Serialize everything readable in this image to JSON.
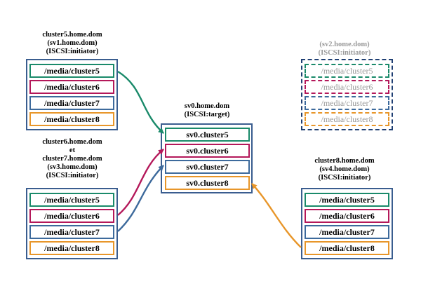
{
  "colors": {
    "green": "#1a8a6a",
    "crimson": "#b4185a",
    "blue": "#3d6a9c",
    "orange": "#e8962a",
    "frame": "#3a5d8f",
    "frame_dashed": "#1f3f73",
    "ghost_text": "#9a9a9a"
  },
  "sv1": {
    "title_lines": [
      "cluster5.home.dom",
      "(sv1.home.dom)",
      "(ISCSI:initiator)"
    ],
    "items": [
      {
        "label": "/media/cluster5",
        "color": "green"
      },
      {
        "label": "/media/cluster6",
        "color": "crimson"
      },
      {
        "label": "/media/cluster7",
        "color": "blue"
      },
      {
        "label": "/media/cluster8",
        "color": "orange"
      }
    ]
  },
  "sv3": {
    "title_lines": [
      "cluster6.home.dom",
      "et",
      "cluster7.home.dom",
      "(sv3.home.dom)",
      "(ISCSI:initiator)"
    ],
    "items": [
      {
        "label": "/media/cluster5",
        "color": "green"
      },
      {
        "label": "/media/cluster6",
        "color": "crimson"
      },
      {
        "label": "/media/cluster7",
        "color": "blue"
      },
      {
        "label": "/media/cluster8",
        "color": "orange"
      }
    ]
  },
  "sv0": {
    "title_lines": [
      "sv0.home.dom",
      "(ISCSI:target)"
    ],
    "items": [
      {
        "label": "sv0.cluster5",
        "color": "green"
      },
      {
        "label": "sv0.cluster6",
        "color": "crimson"
      },
      {
        "label": "sv0.cluster7",
        "color": "blue"
      },
      {
        "label": "sv0.cluster8",
        "color": "orange"
      }
    ]
  },
  "sv2": {
    "title_lines": [
      "(sv2.home.dom)",
      "(ISCSI:initiator)"
    ],
    "items": [
      {
        "label": "/media/cluster5",
        "color": "green"
      },
      {
        "label": "/media/cluster6",
        "color": "crimson"
      },
      {
        "label": "/media/cluster7",
        "color": "blue"
      },
      {
        "label": "/media/cluster8",
        "color": "orange"
      }
    ]
  },
  "sv4": {
    "title_lines": [
      "cluster8.home.dom",
      "(sv4.home.dom)",
      "(ISCSI:initiator)"
    ],
    "items": [
      {
        "label": "/media/cluster5",
        "color": "green"
      },
      {
        "label": "/media/cluster6",
        "color": "crimson"
      },
      {
        "label": "/media/cluster7",
        "color": "blue"
      },
      {
        "label": "/media/cluster8",
        "color": "orange"
      }
    ]
  },
  "connections": [
    {
      "from": "sv1.items.0",
      "to": "sv0.items.0",
      "color": "green"
    },
    {
      "from": "sv3.items.1",
      "to": "sv0.items.1",
      "color": "crimson"
    },
    {
      "from": "sv3.items.2",
      "to": "sv0.items.2",
      "color": "blue"
    },
    {
      "from": "sv4.items.3",
      "to": "sv0.items.3",
      "color": "orange"
    }
  ]
}
